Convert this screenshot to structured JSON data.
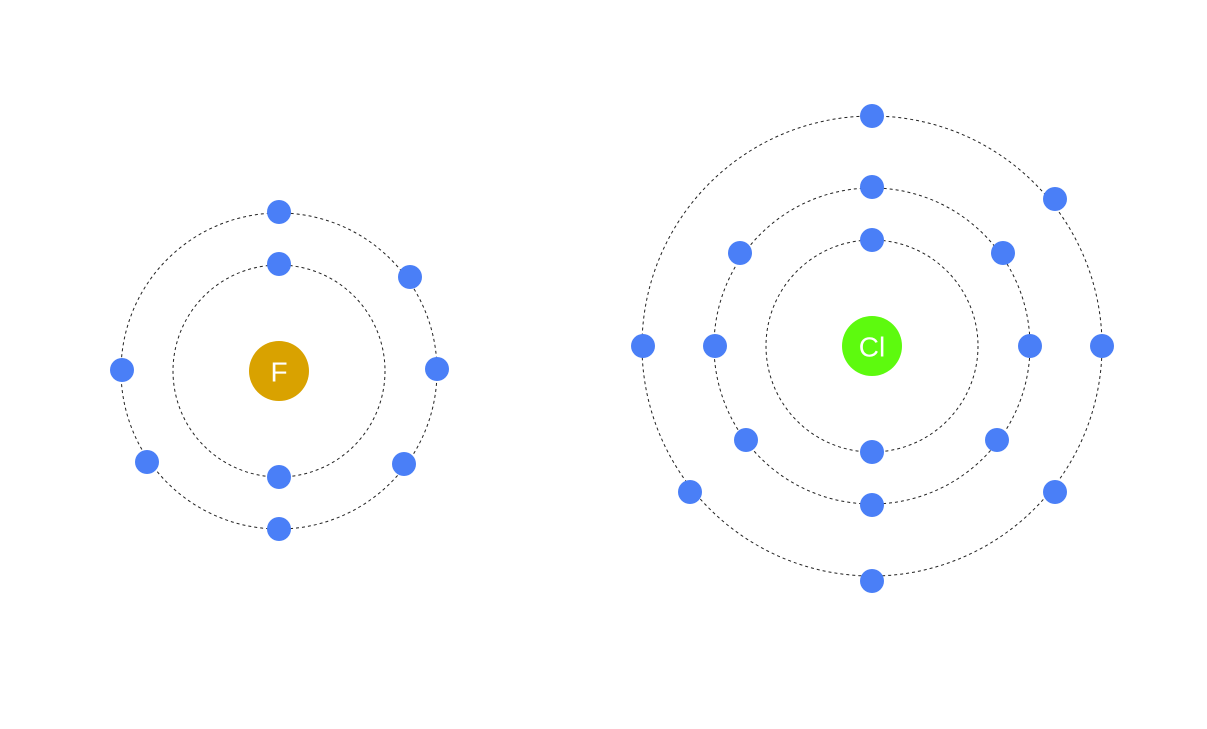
{
  "colors": {
    "electron": "#4a7ff7",
    "shell": "#222222",
    "label": "#ffffff"
  },
  "atoms": [
    {
      "symbol": "F",
      "nucleus_color": "#d9a200",
      "shells": [
        {
          "electrons": 2
        },
        {
          "electrons": 7
        }
      ]
    },
    {
      "symbol": "Cl",
      "nucleus_color": "#5dfa0e",
      "shells": [
        {
          "electrons": 2
        },
        {
          "electrons": 8
        },
        {
          "electrons": 7
        }
      ]
    }
  ]
}
